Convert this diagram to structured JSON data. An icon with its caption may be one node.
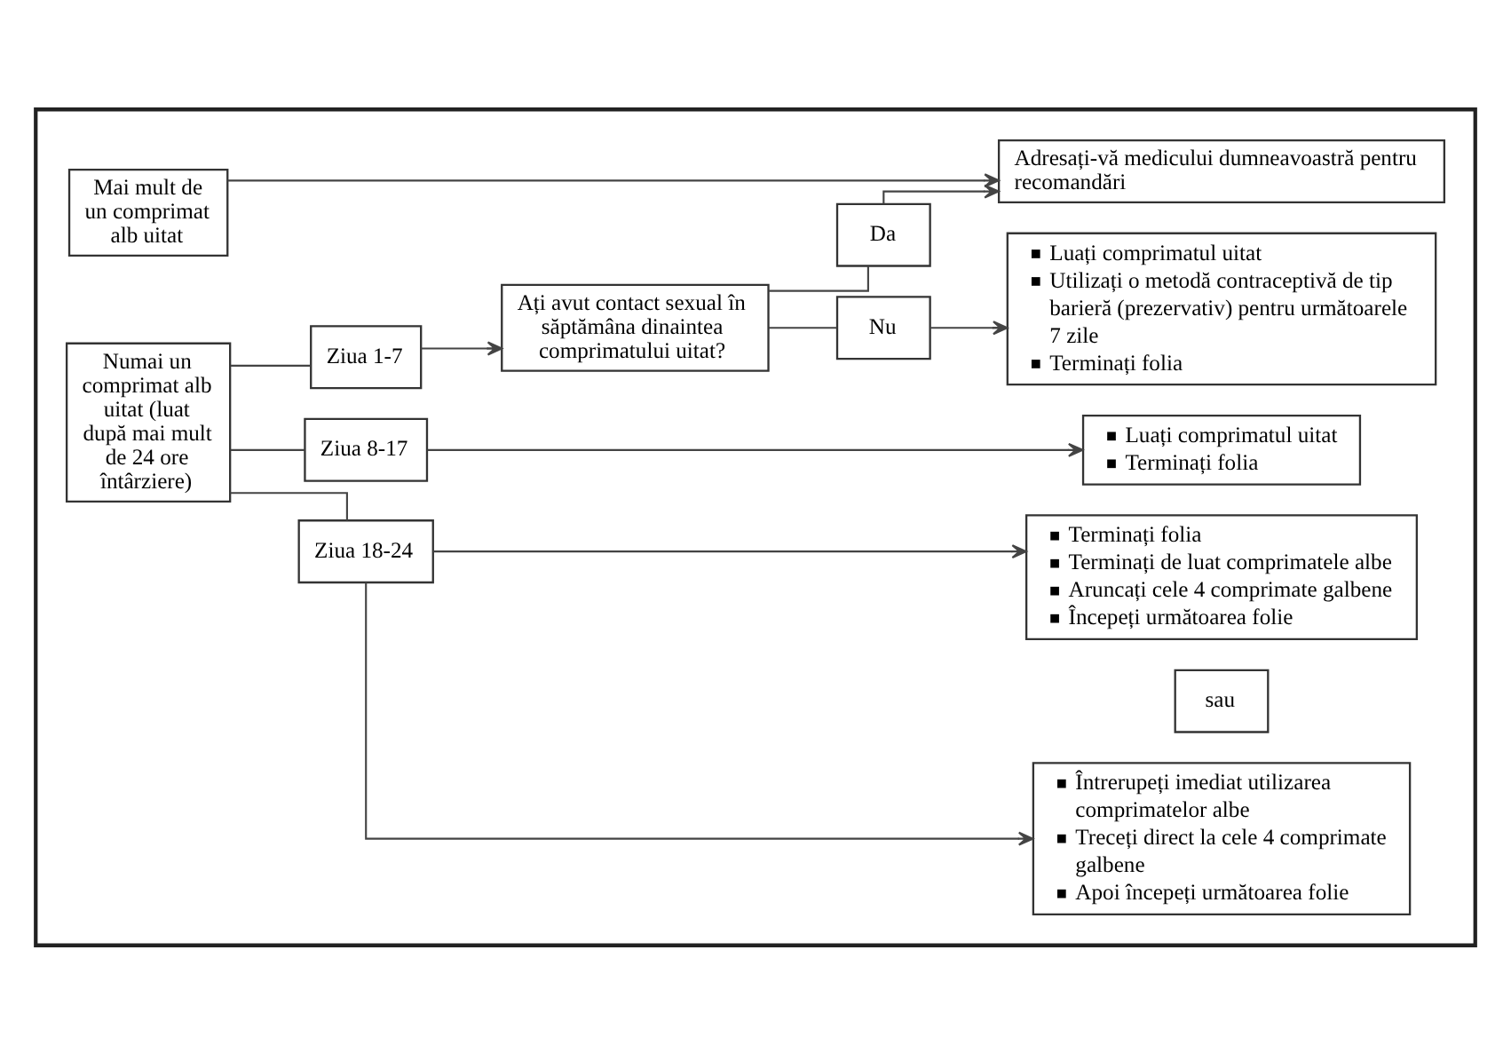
{
  "diagram": {
    "nodes": [
      {
        "text": [],
        "shape": "box"
      },
      {
        "text": [
          "Mai mult de un comprimat alb uitat"
        ],
        "in": 0
      },
      {
        "text": [
          "Adresați-vă medicului dumneavoastră pentru recomandări"
        ],
        "in": 0
      },
      {
        "text": [
          "Numai un comprimat alb uitat (luat după mai mult de 24 ore întârziere)"
        ],
        "in": 0
      },
      {
        "text": [
          "Ziua 1-7"
        ],
        "in": 0
      },
      {
        "text": [
          "Ați avut contact sexual în săptămâna dinaintea comprimatului uitat?"
        ],
        "in": 0
      },
      {
        "text": [
          "Da"
        ],
        "in": 0
      },
      {
        "text": [
          "Nu"
        ],
        "in": 0
      },
      {
        "text": [
          "Luați comprimatul uitat",
          "Utilizați o metodă contraceptivă de tip barieră (prezervativ) pentru următoarele 7 zile",
          "Terminați folia"
        ],
        "in": 0
      },
      {
        "text": [
          "Ziua 8-17"
        ],
        "in": 0
      },
      {
        "text": [
          "Luați comprimatul uitat",
          "Terminați folia"
        ],
        "in": 0
      },
      {
        "text": [
          "Ziua 18-24"
        ],
        "in": 0
      },
      {
        "text": [
          "Terminați folia",
          "Terminați de luat comprimatele albe",
          "Aruncați cele 4 comprimate galbene",
          "Începeți următoarea folie"
        ],
        "in": 0
      },
      {
        "text": [
          "sau"
        ],
        "in": 0
      },
      {
        "text": [
          "Întrerupeți imediat utilizarea comprimatelor albe",
          "Treceți direct la cele 4 comprimate galbene",
          "Apoi începeți următoarea folie"
        ],
        "in": 0
      }
    ],
    "edges": [
      {
        "from": 1,
        "to": 2,
        "arrow": "to"
      },
      {
        "from": 3,
        "to": 4,
        "arrow": "none"
      },
      {
        "from": 4,
        "to": 5,
        "arrow": "to"
      },
      {
        "from": 5,
        "to": 6,
        "arrow": "none"
      },
      {
        "from": 6,
        "to": 2,
        "arrow": "to"
      },
      {
        "from": 5,
        "to": 7,
        "arrow": "none"
      },
      {
        "from": 7,
        "to": 8,
        "arrow": "to"
      },
      {
        "from": 3,
        "to": 9,
        "arrow": "none"
      },
      {
        "from": 9,
        "to": 10,
        "arrow": "to"
      },
      {
        "from": 3,
        "to": 11,
        "arrow": "none"
      },
      {
        "from": 11,
        "to": 12,
        "arrow": "to"
      },
      {
        "from": 11,
        "to": 14,
        "arrow": "to"
      }
    ]
  }
}
